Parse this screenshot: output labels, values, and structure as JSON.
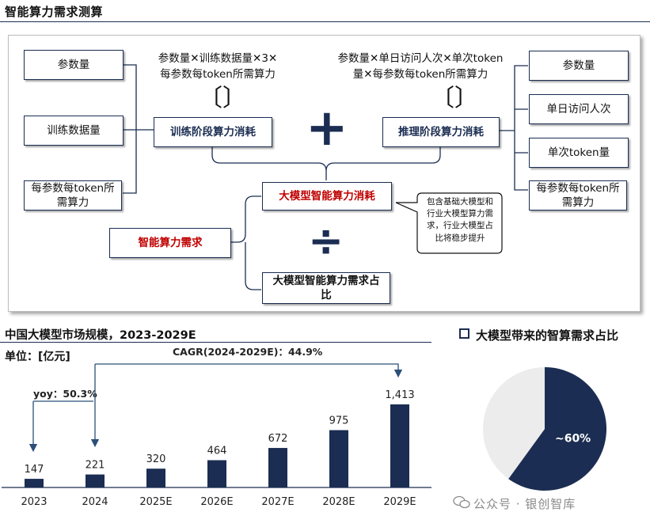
{
  "page_title": "智能算力需求测算",
  "diagram": {
    "left_inputs": [
      "参数量",
      "训练数据量",
      "每参数每token所需算力"
    ],
    "right_inputs": [
      "参数量",
      "单日访问人次",
      "单次token量",
      "每参数每token所需算力"
    ],
    "train_formula_line1": "参数量✕训练数据量✕3✕",
    "train_formula_line2": "每参数每token所需算力",
    "infer_formula_line1": "参数量✕单日访问人次✕单次token",
    "infer_formula_line2": "量✕每参数每token所需算力",
    "brackets": "〔〕",
    "train_box": "训练阶段算力消耗",
    "infer_box": "推理阶段算力消耗",
    "plus": "+",
    "divide": "÷",
    "big_model_box": "大模型智能算力消耗",
    "demand_box": "智能算力需求",
    "share_box": "大模型智能算力需求占比",
    "note": "包含基础大模型和行业大模型算力需求，行业大模型占比将稳步提升"
  },
  "bar_section": {
    "title": "中国大模型市场规模，2023-2029E",
    "unit": "单位：[亿元]",
    "cagr_label": "CAGR(2024-2029E)：44.9%",
    "yoy_label": "yoy：50.3%"
  },
  "pie_section": {
    "title": "大模型带来的智算需求占比"
  },
  "watermark": "公众号 · 银创智库",
  "colors": {
    "navy": "#1b2d52",
    "red": "#c00000",
    "pie_rest": "#ececec"
  },
  "chart_data": [
    {
      "type": "bar",
      "title": "中国大模型市场规模，2023-2029E",
      "ylabel": "单位：[亿元]",
      "categories": [
        "2023",
        "2024",
        "2025E",
        "2026E",
        "2027E",
        "2028E",
        "2029E"
      ],
      "values": [
        147,
        221,
        320,
        464,
        672,
        975,
        1413
      ],
      "value_labels": [
        "147",
        "221",
        "320",
        "464",
        "672",
        "975",
        "1,413"
      ],
      "ylim": [
        0,
        1413
      ],
      "grid": false,
      "annotations": [
        "yoy：50.3%",
        "CAGR(2024-2029E)：44.9%"
      ]
    },
    {
      "type": "pie",
      "title": "大模型带来的智算需求占比",
      "values": [
        60,
        40
      ],
      "slice_labels": [
        "~60%",
        ""
      ]
    }
  ]
}
